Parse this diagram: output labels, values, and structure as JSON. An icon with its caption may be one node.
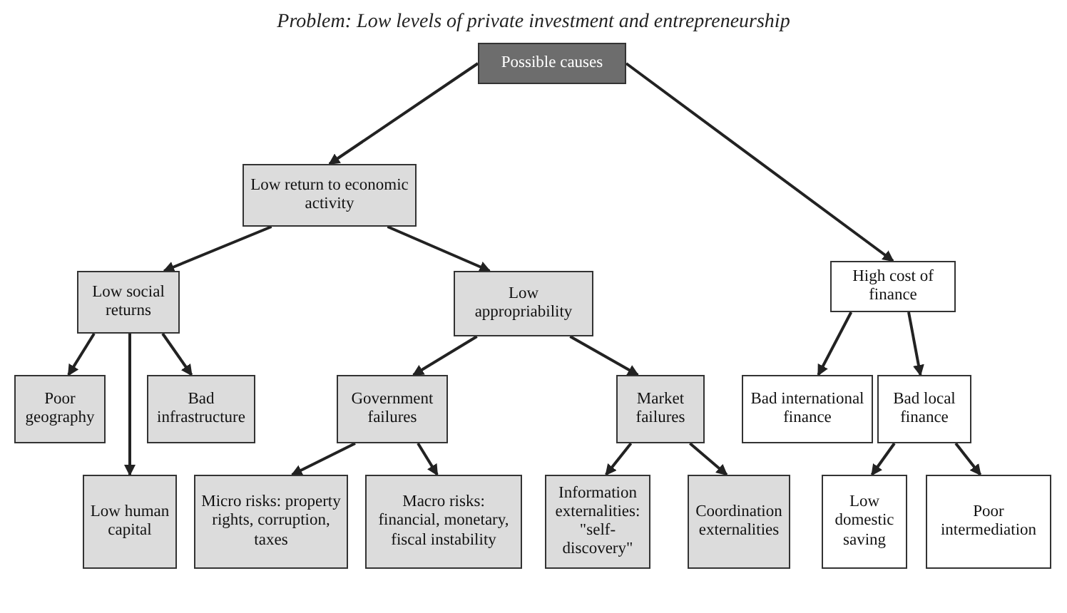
{
  "diagram": {
    "title": "Problem: Low levels of private investment and entrepreneurship",
    "nodes": [
      {
        "text": [
          "Possible causes"
        ]
      },
      {
        "text": [
          "Low return to economic activity"
        ]
      },
      {
        "text": [
          "High cost of finance"
        ]
      },
      {
        "text": [
          "Low social returns"
        ]
      },
      {
        "text": [
          "Low appropriability"
        ]
      },
      {
        "text": [
          "Poor geography"
        ]
      },
      {
        "text": [
          "Bad infrastructure"
        ]
      },
      {
        "text": [
          "Government failures"
        ]
      },
      {
        "text": [
          "Market failures"
        ]
      },
      {
        "text": [
          "Bad international finance"
        ]
      },
      {
        "text": [
          "Bad local finance"
        ]
      },
      {
        "text": [
          "Low human capital"
        ]
      },
      {
        "text": [
          "Micro risks: property rights, corruption, taxes"
        ]
      },
      {
        "text": [
          "Macro risks: financial, monetary, fiscal instability"
        ]
      },
      {
        "text": [
          "Information externalities: \"self-discovery\""
        ]
      },
      {
        "text": [
          "Coordination externalities"
        ]
      },
      {
        "text": [
          "Low domestic saving"
        ]
      },
      {
        "text": [
          "Poor intermediation"
        ]
      }
    ],
    "edges": [
      {
        "from": 0,
        "to": 1,
        "arrow": "to"
      },
      {
        "from": 0,
        "to": 2,
        "arrow": "to"
      },
      {
        "from": 1,
        "to": 3,
        "arrow": "to"
      },
      {
        "from": 1,
        "to": 4,
        "arrow": "to"
      },
      {
        "from": 3,
        "to": 5,
        "arrow": "to"
      },
      {
        "from": 3,
        "to": 6,
        "arrow": "to"
      },
      {
        "from": 3,
        "to": 11,
        "arrow": "to"
      },
      {
        "from": 4,
        "to": 7,
        "arrow": "to"
      },
      {
        "from": 4,
        "to": 8,
        "arrow": "to"
      },
      {
        "from": 7,
        "to": 12,
        "arrow": "to"
      },
      {
        "from": 7,
        "to": 13,
        "arrow": "to"
      },
      {
        "from": 8,
        "to": 14,
        "arrow": "to"
      },
      {
        "from": 8,
        "to": 15,
        "arrow": "to"
      },
      {
        "from": 2,
        "to": 9,
        "arrow": "to"
      },
      {
        "from": 2,
        "to": 10,
        "arrow": "to"
      },
      {
        "from": 10,
        "to": 16,
        "arrow": "to"
      },
      {
        "from": 10,
        "to": 17,
        "arrow": "to"
      }
    ]
  }
}
